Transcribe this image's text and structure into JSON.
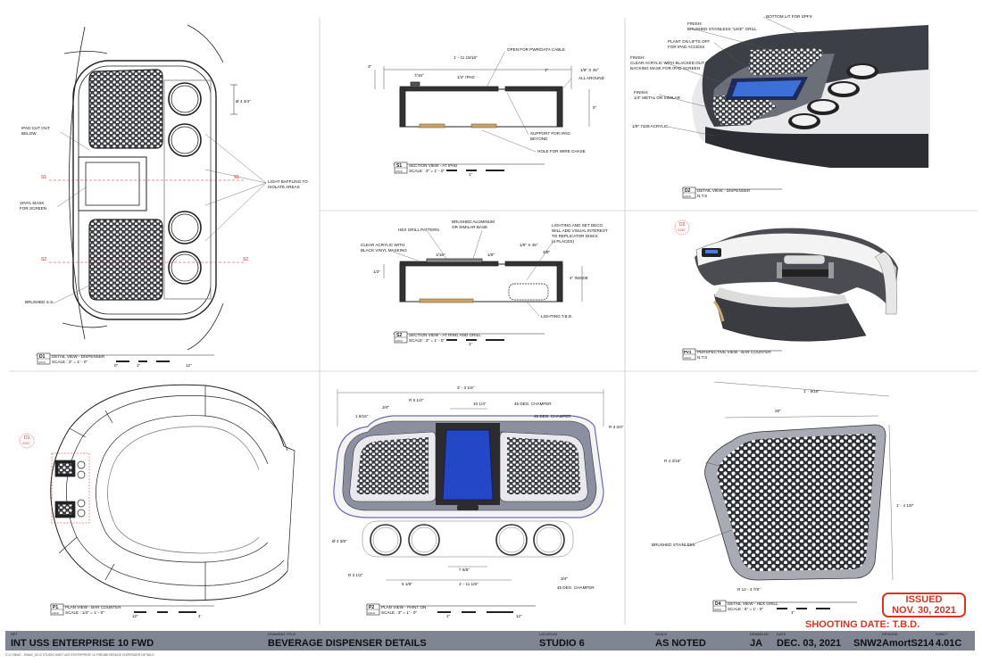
{
  "colors": {
    "titleblock": "#7f8593",
    "accent_red": "#d32222",
    "screen_blue": "#2447c8",
    "line": "#222222"
  },
  "panels": {
    "d1": {
      "num": "D1",
      "sheet_ref": "4.01C",
      "title": "DETAIL VIEW - DISPENSER",
      "scale": "SCALE : 3\" = 1' - 0\"",
      "bar_0": "0\"",
      "bar_1": "1\"",
      "bar_2": "12\"",
      "notes": {
        "ipad": "IPAD CUT OUT",
        "ipad2": "BELOW",
        "vinyl": "VINYL MASK",
        "vinyl2": "FOR SCREEN",
        "brushed": "BRUSHED S.S.",
        "baffle": "LIGHT BAFFLING TO",
        "baffle2": "ISOLATE AREAS"
      },
      "markers": {
        "s1": "S1",
        "s2": "S2"
      },
      "dim": "Ø 4 3/4\""
    },
    "s1": {
      "num": "S1",
      "sheet_ref": "4.01C",
      "title": "SECTION VIEW - AT IPAD",
      "scale": "SCALE : 3\" = 1' - 0\"",
      "bar_1": "1\"",
      "notes": {
        "open": "OPEN FOR PWR/DATA CABLE",
        "ipad": "1/4\" IPAD",
        "chamfer": "1/8\" X 45°",
        "around": "ALL AROUND",
        "support": "SUPPORT FOR IPAD",
        "support2": "BEYOND",
        "hole": "HOLE FOR WIRE CHASE",
        "d111": "1' - 11 15/16\"",
        "d7": "7/16\"",
        "d3": "3\"",
        "d1": "1\"",
        "d5": "5\""
      }
    },
    "s2": {
      "num": "S2",
      "sheet_ref": "4.01C",
      "title": "SECTION VIEW - AT RING AND GRILL",
      "scale": "SCALE : 3\" = 1' - 0\"",
      "bar_1": "1\"",
      "notes": {
        "hex": "HEX GRILL PATTERN",
        "brushed": "BRUSHED ALUMINUM",
        "brushed2": "OR SIMILAR BASE",
        "acrylic": "CLEAR ACRYLIC WITH",
        "acrylic2": "BLACK VINYL MASKING",
        "light1": "LIGHTING AND SET DECO",
        "light2": "WILL ADD VISUAL INTEREST",
        "light3": "TO REPLICATOR DISKS",
        "light4": "(4 PLACES)",
        "chamfer": "1/8\" X 45°",
        "inside": "4\" INSIDE",
        "tbd": "LIGHTING T.B.D.",
        "d12": "1/2\"",
        "d116": "1/16\"",
        "d18": "1/8\"",
        "d38": "3/8\""
      }
    },
    "d2": {
      "num": "D2",
      "sheet_ref": "4.01C",
      "title": "DETAIL VIEW - DISPENSER",
      "scale": "N.T.S",
      "notes": {
        "bottom": "BOTTOM LIT FOR SPFX",
        "fin1": "FINISH:",
        "fin1b": "BRUSHED STAINLESS \"LIKE\" GRILL",
        "plant": "PLANT ON LIFTS OFF",
        "plant2": "FOR IPAD ACCESS",
        "fin2": "FINISH:",
        "fin2b": "CLEAR ACRYLIC WITH BLACKED OUT",
        "fin2c": "BACKING MASK FOR IPAD SCREEN",
        "fin3": "FINISH:",
        "fin3b": "1/4\" METAL OR SIMILAR",
        "acr": "1/8\" 7328 ACRYLIC"
      }
    },
    "pv1": {
      "num": "PV1",
      "sheet_ref": "4.01C",
      "title": "PERSPECTIVE VIEW - BAR COUNTER",
      "scale": "N.T.S",
      "callout_num": "D2",
      "callout_ref": "4.01C"
    },
    "p1": {
      "num": "P1",
      "sheet_ref": "4.01C",
      "title": "PLAN VIEW - BAR COUNTER",
      "scale": "SCALE : 1/4\" = 1' - 0\"",
      "bar_0": "12\"",
      "bar_1": "4'",
      "callout_num": "D1",
      "callout_ref": "4.01C"
    },
    "p2": {
      "num": "P2",
      "sheet_ref": "4.01C",
      "title": "PLAN VIEW - PAINT ON",
      "scale": "SCALE : 3\" = 1' - 0\"",
      "bar_1": "1\"",
      "bar_2": "12\"",
      "notes": {
        "w": "3' - 3 1/4\"",
        "r6": "R 6 1/4\"",
        "c1": "45 DEG. CHAMFER",
        "c2": "45 DEG. CHAMFER",
        "c3": "45 DEG. CHAMFER",
        "r3": "R 3 3/4\"",
        "r3b": "R 3 1/2\"",
        "d10": "10 1/4\"",
        "d18": "1 9/16\"",
        "d4": "3/4\"",
        "dia": "Ø 4 3/8\"",
        "d75": "7 5/8\"",
        "d5": "5 1/8\"",
        "d11": "1' - 11 1/8\"",
        "d34": "3/4\""
      }
    },
    "d4": {
      "num": "D4",
      "sheet_ref": "4.01C",
      "title": "DETAIL VIEW - HEX GRILL",
      "scale": "SCALE : 6\" = 1' - 0\"",
      "bar_1": "1\"",
      "notes": {
        "brushed": "BRUSHED STAINLESS",
        "d1": "1' - 9/16\"",
        "d28": "28\"",
        "r4": "R 4 3/16\"",
        "r12": "R 12 - 4 7/8\"",
        "d10": "1' - 4 1/8\""
      }
    }
  },
  "stamp": {
    "line1": "ISSUED",
    "line2": "NOV. 30, 2021",
    "shooting": "SHOOTING DATE:  T.B.D."
  },
  "titleblock": {
    "set_cap": "SET",
    "set": "INT USS ENTERPRISE 10 FWD",
    "drawing_cap": "DRAWING TITLE",
    "drawing": "BEVERAGE DISPENSER DETAILS",
    "location_cap": "LOCATION",
    "location": "STUDIO 6",
    "scale_cap": "SCALE",
    "scale": "AS NOTED",
    "drawn_cap": "DRAWN BY",
    "drawn": "JA",
    "date_cap": "DATE",
    "date": "DEC. 03, 2021",
    "blank": "SNW2",
    "episode_cap": "EPISODE",
    "episode": "AmortS214",
    "sheet_cap": "SHEET",
    "sheet": "4.01C"
  },
  "footnote": "C:\\2 SNW2 - SNW2_S2 \\2 STUDIO 6\\INT USS ENTERPRISE 10 FWD\\BEVERAGE DISPENSER DETAILS"
}
